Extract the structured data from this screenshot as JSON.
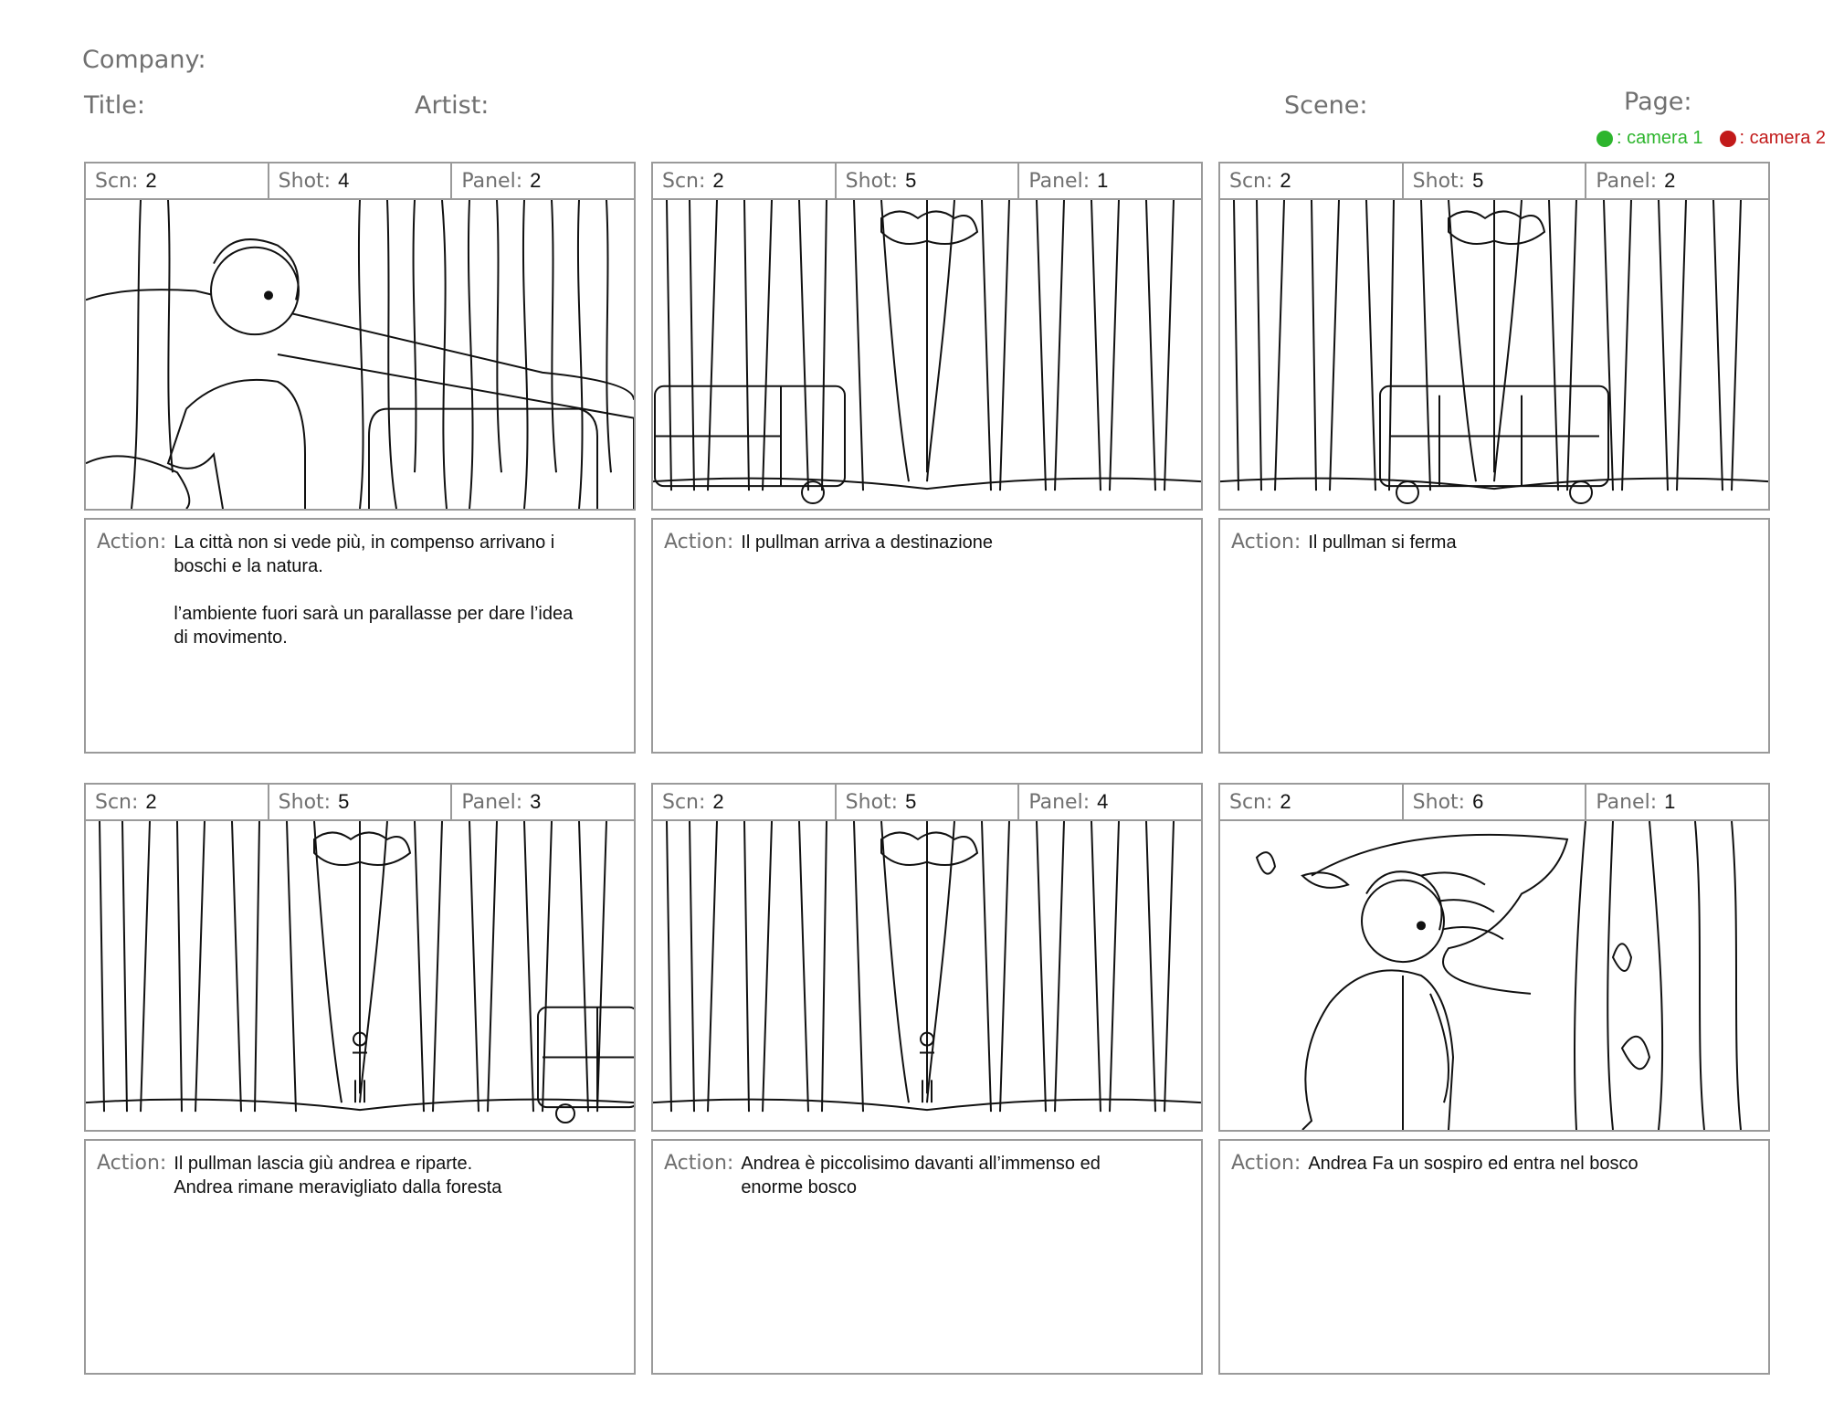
{
  "header": {
    "company_label": "Company:",
    "title_label": "Title:",
    "artist_label": "Artist:",
    "scene_label": "Scene:",
    "page_label": "Page:"
  },
  "legend": {
    "camera1": {
      "label": ": camera 1",
      "color": "#2db52d"
    },
    "camera2": {
      "label": ": camera 2",
      "color": "#c21a1a"
    }
  },
  "labels": {
    "scn": "Scn:",
    "shot": "Shot:",
    "panel": "Panel:",
    "action": "Action:"
  },
  "panels": [
    {
      "scn": "2",
      "shot": "4",
      "panel": "2",
      "action": "La città non si vede più, in compenso arrivano i\nboschi e la natura.\n\nl’ambiente fuori sarà un parallasse per dare l’idea\ndi movimento."
    },
    {
      "scn": "2",
      "shot": "5",
      "panel": "1",
      "action": "Il pullman arriva a destinazione"
    },
    {
      "scn": "2",
      "shot": "5",
      "panel": "2",
      "action": "Il pullman si ferma"
    },
    {
      "scn": "2",
      "shot": "5",
      "panel": "3",
      "action": "Il pullman lascia giù andrea e riparte.\nAndrea rimane meravigliato dalla foresta"
    },
    {
      "scn": "2",
      "shot": "5",
      "panel": "4",
      "action": "Andrea è piccolisimo davanti all’immenso ed\nenorme bosco"
    },
    {
      "scn": "2",
      "shot": "6",
      "panel": "1",
      "action": "Andrea Fa un sospiro ed entra nel bosco"
    }
  ]
}
